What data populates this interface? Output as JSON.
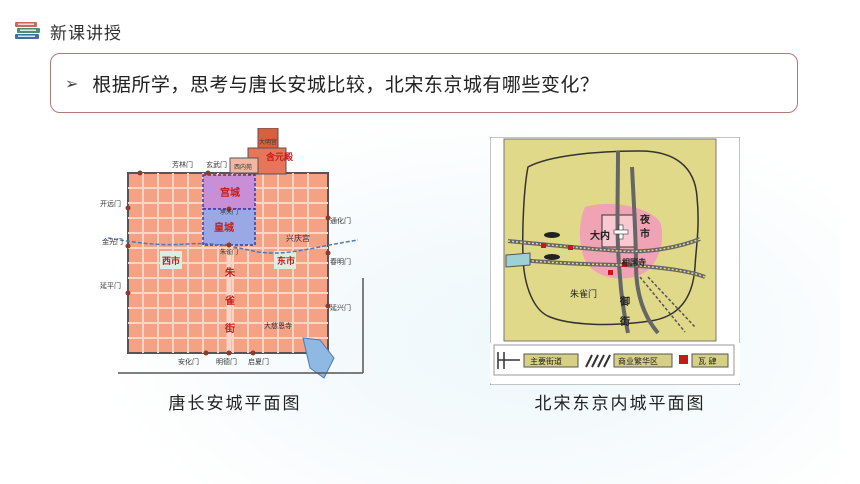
{
  "header": {
    "title": "新课讲授",
    "icon": "book-stack-icon"
  },
  "question": {
    "bullet": "➢",
    "text": "根据所学，思考与唐长安城比较，北宋东京城有哪些变化？"
  },
  "changan": {
    "caption": "唐长安城平面图",
    "labels": {
      "hanyuan": "含元殿",
      "daming": "大明宫",
      "xinei": "西内苑",
      "gongcheng": "宫城",
      "huangcheng": "皇城",
      "xingqing": "兴庆宫",
      "xishi": "西市",
      "dongshi": "东市",
      "zhu": "朱",
      "que": "雀",
      "jie": "街",
      "ciensi": "大慈恩寺",
      "fanglin": "芳林门",
      "xuanwu": "玄武门",
      "kaiyuan": "开远门",
      "jinguang": "金光门",
      "yanping": "延平门",
      "tonghua": "通化门",
      "chunming": "春明门",
      "yanxing": "延兴门",
      "anhua": "安化门",
      "mingde": "明德门",
      "qixia": "启夏门",
      "chengtian": "承天门",
      "zhuque_gate": "朱雀门"
    }
  },
  "dongjing": {
    "caption": "北宋东京内城平面图",
    "labels": {
      "danei": "大内",
      "yeshi": "夜市",
      "xiangguosi": "相国寺",
      "zhuquemen": "朱雀门",
      "yu": "御",
      "jie": "街"
    },
    "legend": {
      "road": "主要街道",
      "commerce": "商业繁华区",
      "shop": "瓦 肆"
    }
  }
}
